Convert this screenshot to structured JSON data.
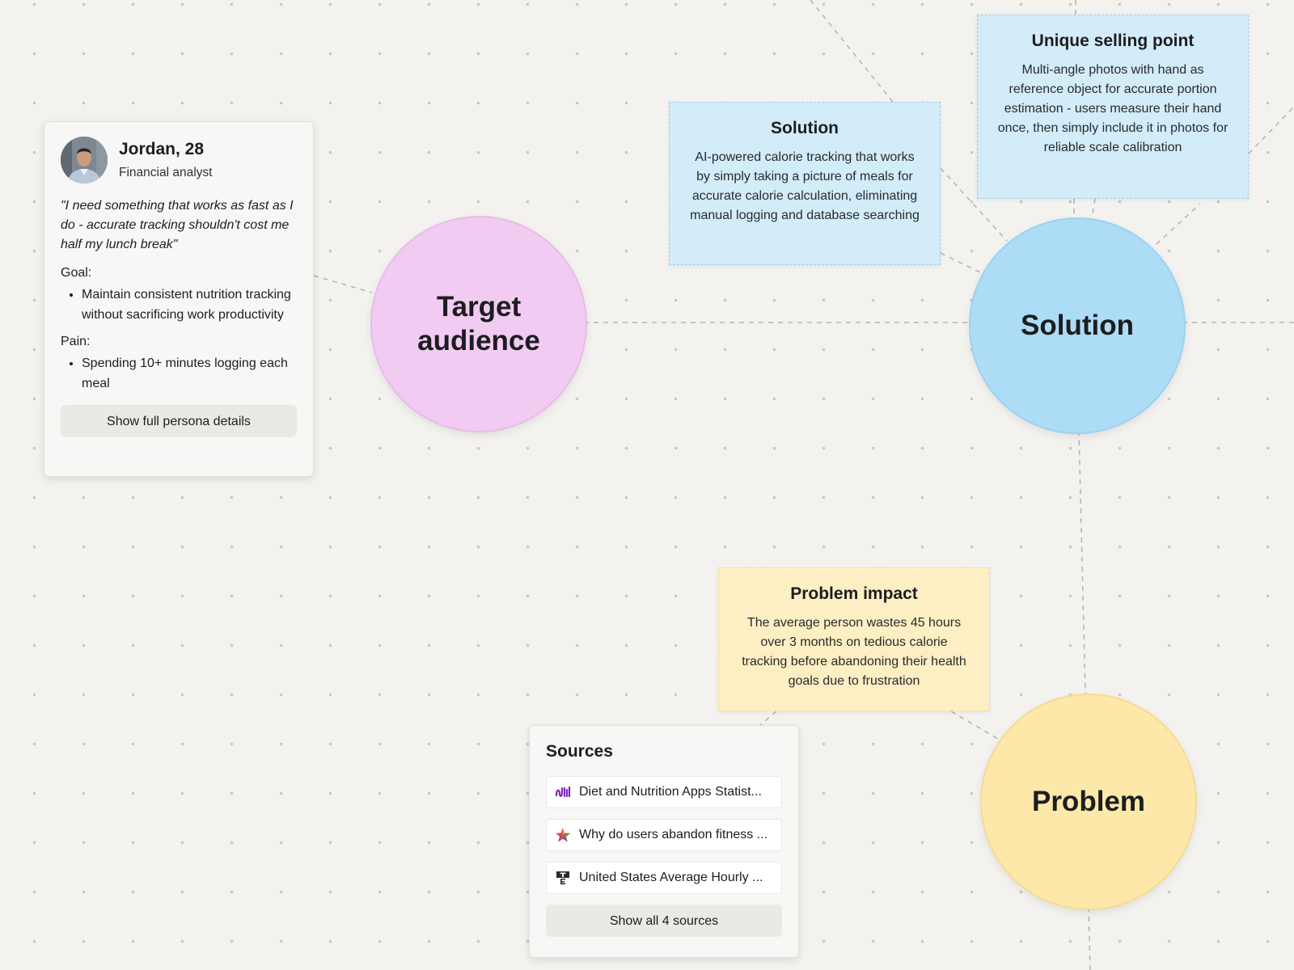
{
  "canvas": {
    "circles": {
      "target": "Target audience",
      "solution": "Solution",
      "problem": "Problem"
    },
    "notes": {
      "solution": {
        "title": "Solution",
        "body": "AI-powered calorie tracking that works by simply taking a picture of meals for accurate calorie calculation, eliminating manual logging and database searching"
      },
      "usp": {
        "title": "Unique selling point",
        "body": "Multi-angle photos with hand as reference object for accurate portion estimation - users measure their hand once, then simply include it in photos for reliable scale calibration"
      },
      "impact": {
        "title": "Problem impact",
        "body": "The average person wastes 45 hours over 3 months on tedious calorie tracking before abandoning their health goals due to frustration"
      }
    }
  },
  "persona": {
    "name": "Jordan, 28",
    "role": "Financial analyst",
    "quote": "\"I need something that works as fast as I do - accurate tracking shouldn't cost me half my lunch break\"",
    "goal_label": "Goal:",
    "goals": [
      "Maintain consistent nutrition tracking without sacrificing work productivity"
    ],
    "pain_label": "Pain:",
    "pains": [
      "Spending 10+ minutes logging each meal"
    ],
    "button": "Show full persona details"
  },
  "sources": {
    "title": "Sources",
    "items": [
      {
        "label": "Diet and Nutrition Apps Statist...",
        "icon": "waveform-logo-icon"
      },
      {
        "label": "Why do users abandon fitness ...",
        "icon": "colorful-star-icon"
      },
      {
        "label": "United States Average Hourly ...",
        "icon": "te-logo-icon"
      }
    ],
    "button": "Show all 4 sources"
  },
  "colors": {
    "target": "#f1cbf2",
    "solution": "#acdcf6",
    "problem": "#fde8a9",
    "note_blue": "#d2ecfa",
    "note_yellow": "#fdefc3"
  }
}
